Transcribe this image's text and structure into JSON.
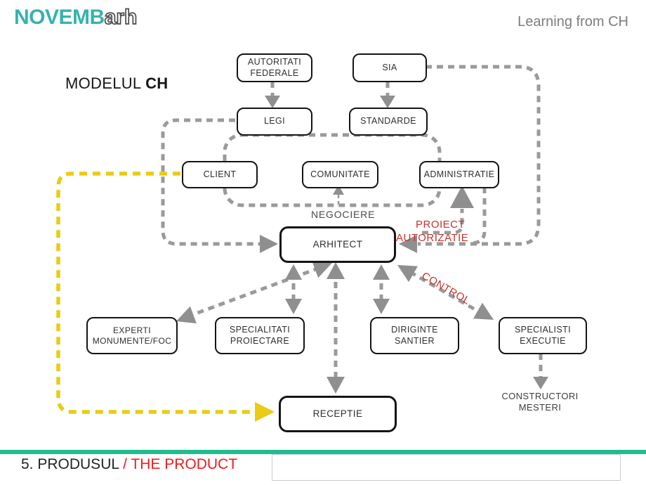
{
  "header": {
    "logo_primary": "NOVEMB",
    "logo_secondary": "arh",
    "subtitle": "Learning from CH"
  },
  "title": {
    "prefix": "MODELUL ",
    "bold": "CH"
  },
  "diagram": {
    "nodes": {
      "autoritati_federale": "AUTORITATI\nFEDERALE",
      "sia": "SIA",
      "legi": "LEGI",
      "standarde": "STANDARDE",
      "client": "CLIENT",
      "comunitate": "COMUNITATE",
      "administratie": "ADMINISTRATIE",
      "arhitect": "ARHITECT",
      "experti_monumente": "EXPERTI\nMONUMENTE/FOC",
      "specialitati_proiectare": "SPECIALITATI\nPROIECTARE",
      "diriginte_santier": "DIRIGINTE\nSANTIER",
      "specialisti_executie": "SPECIALISTI\nEXECUTIE",
      "receptie": "RECEPTIE",
      "constructori_mesteri": "CONSTRUCTORI\nMESTERI"
    },
    "edge_labels": {
      "negociere": "NEGOCIERE",
      "proiect": "PROIECT",
      "autorizatie": "AUTORIZATIE",
      "control": "CONTROL"
    },
    "colors": {
      "connector_gray": "#9a9a9a",
      "highlight_yellow": "#e9cc13",
      "label_red": "#c5332e",
      "box_border": "#141414"
    }
  },
  "footer": {
    "section_label": "5. PRODUSUL ",
    "section_label_red": "/ THE PRODUCT",
    "bar_color": "#1ebd8e"
  }
}
